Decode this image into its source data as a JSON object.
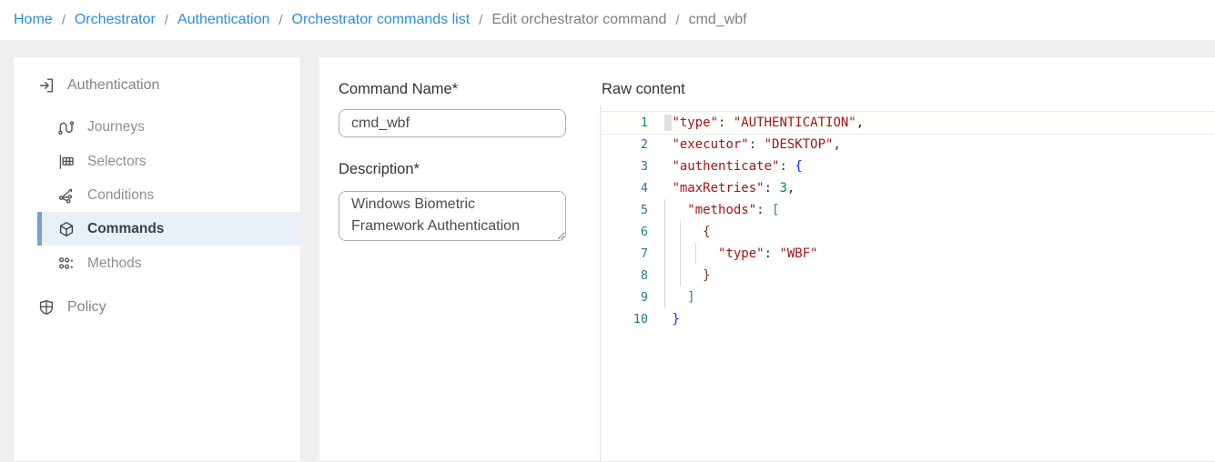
{
  "breadcrumb": {
    "separator": "/",
    "items": [
      {
        "label": "Home",
        "link": true
      },
      {
        "label": "Orchestrator",
        "link": true
      },
      {
        "label": "Authentication",
        "link": true
      },
      {
        "label": "Orchestrator commands list",
        "link": true
      },
      {
        "label": "Edit orchestrator command",
        "link": false
      },
      {
        "label": "cmd_wbf",
        "link": false
      }
    ]
  },
  "sidebar": {
    "items": [
      {
        "label": "Authentication",
        "icon": "login-icon",
        "level": 0,
        "active": false
      },
      {
        "label": "Journeys",
        "icon": "journey-route-icon",
        "level": 1,
        "active": false
      },
      {
        "label": "Selectors",
        "icon": "selector-table-icon",
        "level": 1,
        "active": false
      },
      {
        "label": "Conditions",
        "icon": "conditions-graph-icon",
        "level": 1,
        "active": false
      },
      {
        "label": "Commands",
        "icon": "commands-cube-icon",
        "level": 1,
        "active": true
      },
      {
        "label": "Methods",
        "icon": "methods-dots-icon",
        "level": 1,
        "active": false
      },
      {
        "label": "Policy",
        "icon": "policy-shield-icon",
        "level": 0,
        "active": false
      }
    ]
  },
  "form": {
    "command_name": {
      "label": "Command Name*",
      "value": "cmd_wbf"
    },
    "description": {
      "label": "Description*",
      "value": "Windows Biometric Framework Authentication"
    }
  },
  "editor": {
    "label": "Raw content",
    "lines": [
      {
        "num": "1",
        "indent": 1,
        "tokens": [
          [
            "key",
            "\"type\""
          ],
          [
            "pct",
            ": "
          ],
          [
            "str",
            "\"AUTHENTICATION\""
          ],
          [
            "pct",
            ","
          ]
        ]
      },
      {
        "num": "2",
        "indent": 1,
        "tokens": [
          [
            "key",
            "\"executor\""
          ],
          [
            "pct",
            ": "
          ],
          [
            "str",
            "\"DESKTOP\""
          ],
          [
            "pct",
            ","
          ]
        ]
      },
      {
        "num": "3",
        "indent": 1,
        "tokens": [
          [
            "key",
            "\"authenticate\""
          ],
          [
            "pct",
            ": "
          ],
          [
            "b1",
            "{"
          ]
        ]
      },
      {
        "num": "4",
        "indent": 1,
        "tokens": [
          [
            "key",
            "\"maxRetries\""
          ],
          [
            "pct",
            ": "
          ],
          [
            "num",
            "3"
          ],
          [
            "pct",
            ","
          ]
        ]
      },
      {
        "num": "5",
        "indent": 3,
        "tokens": [
          [
            "key",
            "\"methods\""
          ],
          [
            "pct",
            ": "
          ],
          [
            "b2",
            "["
          ]
        ]
      },
      {
        "num": "6",
        "indent": 5,
        "tokens": [
          [
            "b3",
            "{"
          ]
        ]
      },
      {
        "num": "7",
        "indent": 7,
        "tokens": [
          [
            "key",
            "\"type\""
          ],
          [
            "pct",
            ": "
          ],
          [
            "str",
            "\"WBF\""
          ]
        ]
      },
      {
        "num": "8",
        "indent": 5,
        "tokens": [
          [
            "b3",
            "}"
          ]
        ]
      },
      {
        "num": "9",
        "indent": 3,
        "tokens": [
          [
            "b2",
            "]"
          ]
        ]
      },
      {
        "num": "10",
        "indent": 1,
        "tokens": [
          [
            "b1",
            "}"
          ]
        ]
      }
    ]
  },
  "colors": {
    "link": "#2a8ce2",
    "active_item_bg": "#eaf0f7",
    "active_item_bar": "#74a1d3",
    "line_number": "#237893",
    "token_key": "#a31515",
    "token_string": "#a31515",
    "token_number": "#098658",
    "bracket_level1": "#0431fa",
    "bracket_level2": "#319331",
    "bracket_level3": "#7b3814"
  }
}
